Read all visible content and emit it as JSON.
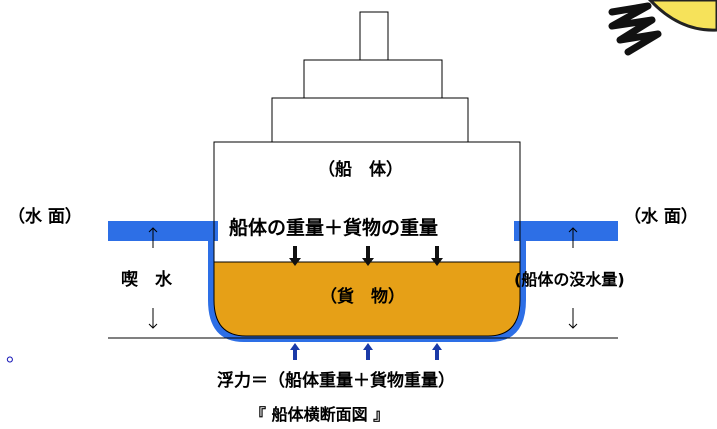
{
  "diagram": {
    "title": "『 船体横断面図 』",
    "labels": {
      "hull": "（船　体）",
      "water_left": "（水 面）",
      "water_right": "（水 面）",
      "weight": "船体の重量＋貨物の重量",
      "cargo": "（貨　物）",
      "draft": "喫　水",
      "displacement": "(船体の没水量)",
      "buoyancy": "浮力＝（船体重量＋貨物重量）"
    },
    "bullet": "。",
    "colors": {
      "water": "#2d6fe6",
      "cargo": "#e6a017",
      "outline": "#000000",
      "arrow_thin": "#000000",
      "arrow_up": "#1a3aa8"
    },
    "corner_icon": "yellow-black-logo-fragment"
  }
}
